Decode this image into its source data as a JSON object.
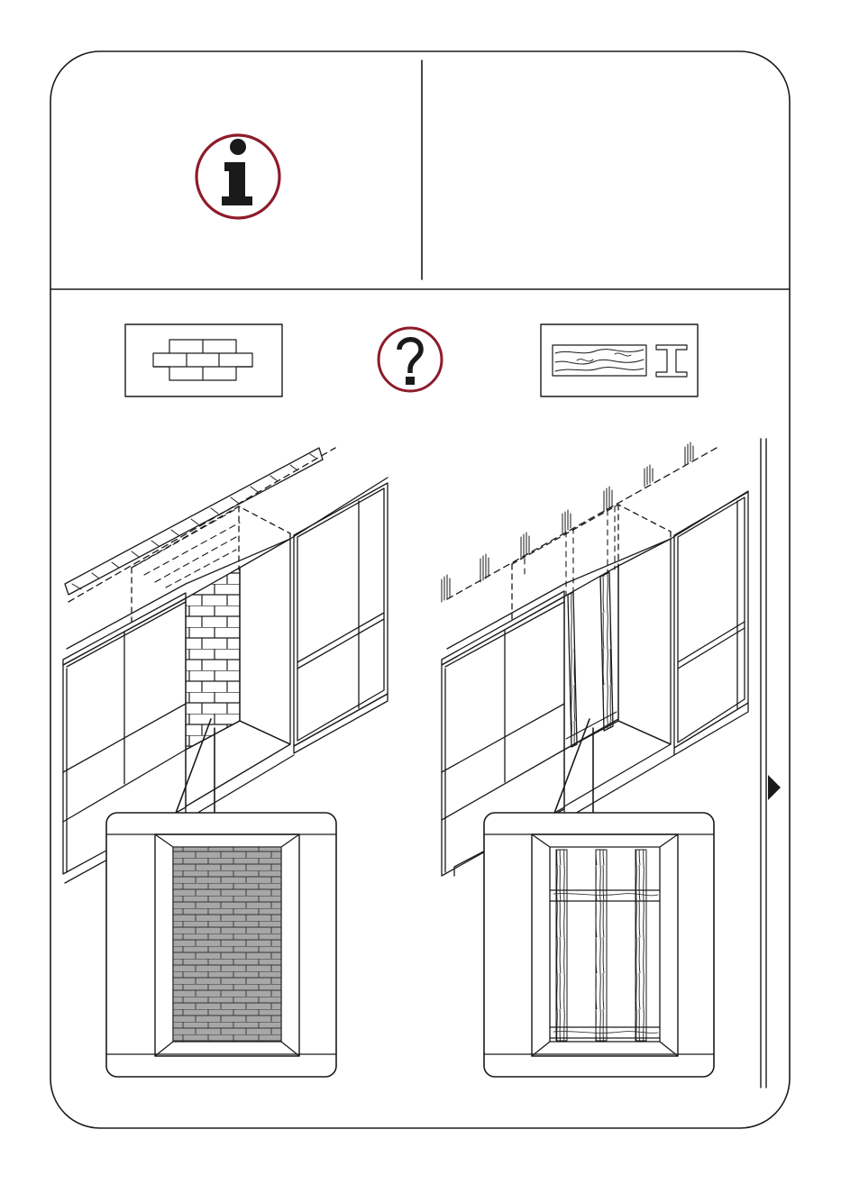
{
  "page": {
    "type": "assembly-instruction-sheet",
    "colors": {
      "line": "#1a1a1a",
      "accent": "#8e1b2a",
      "brick_fill": "#a7a7a7",
      "background": "#ffffff"
    }
  },
  "info_panel": {
    "icon": "info-icon"
  },
  "material_options": [
    {
      "name": "brick-wall",
      "icon": "brick-icon"
    },
    {
      "name": "question",
      "icon": "question-icon"
    },
    {
      "name": "wood-or-steel",
      "icon": "wood-grain-icon",
      "icon2": "steel-i-beam-icon"
    }
  ],
  "navigation": {
    "next_icon": "next-page-arrow-icon"
  }
}
